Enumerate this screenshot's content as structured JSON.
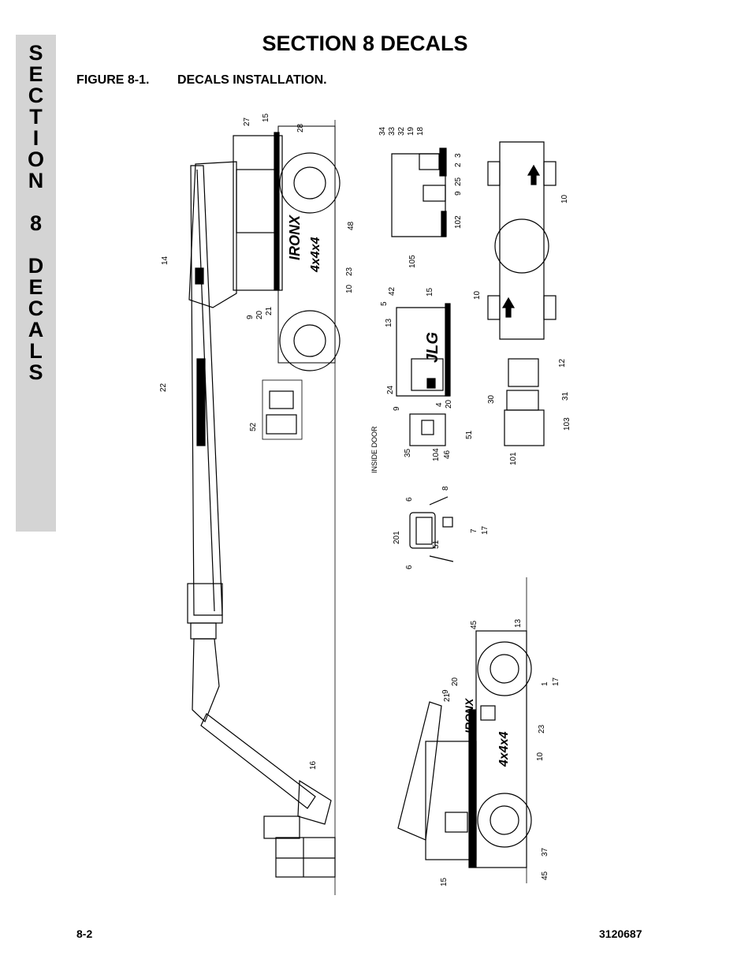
{
  "section_tab": {
    "letters": [
      "S",
      "E",
      "C",
      "T",
      "I",
      "O",
      "N",
      "8",
      "D",
      "E",
      "C",
      "A",
      "L",
      "S"
    ]
  },
  "header": {
    "title": "SECTION 8  DECALS",
    "figure_number": "FIGURE 8-1.",
    "figure_caption": "DECALS INSTALLATION."
  },
  "footer": {
    "page_number": "8-2",
    "document_number": "3120687"
  },
  "drawing": {
    "callouts_boom_view": [
      "27",
      "15",
      "28",
      "48",
      "14",
      "23",
      "10",
      "9",
      "20",
      "21",
      "22",
      "52"
    ],
    "callouts_detail_top": [
      "34",
      "33",
      "32",
      "19",
      "18",
      "2",
      "3",
      "9",
      "25",
      "102",
      "105"
    ],
    "callouts_frame": [
      "10",
      "10",
      "12",
      "30",
      "31",
      "103",
      "101"
    ],
    "callouts_side": [
      "5",
      "42",
      "15",
      "13",
      "24",
      "9",
      "4",
      "20",
      "35",
      "104",
      "46",
      "51"
    ],
    "callouts_mirror": [
      "6",
      "8",
      "7",
      "17",
      "201",
      "51",
      "6"
    ],
    "callouts_lower_view": [
      "45",
      "13",
      "9",
      "21",
      "20",
      "1",
      "17",
      "23",
      "10",
      "16",
      "37",
      "45",
      "15"
    ],
    "inside_door_label": "INSIDE DOOR",
    "brand_decal": "JLG",
    "model_decal": "IRONX",
    "drive_decal": "4x4x4"
  }
}
